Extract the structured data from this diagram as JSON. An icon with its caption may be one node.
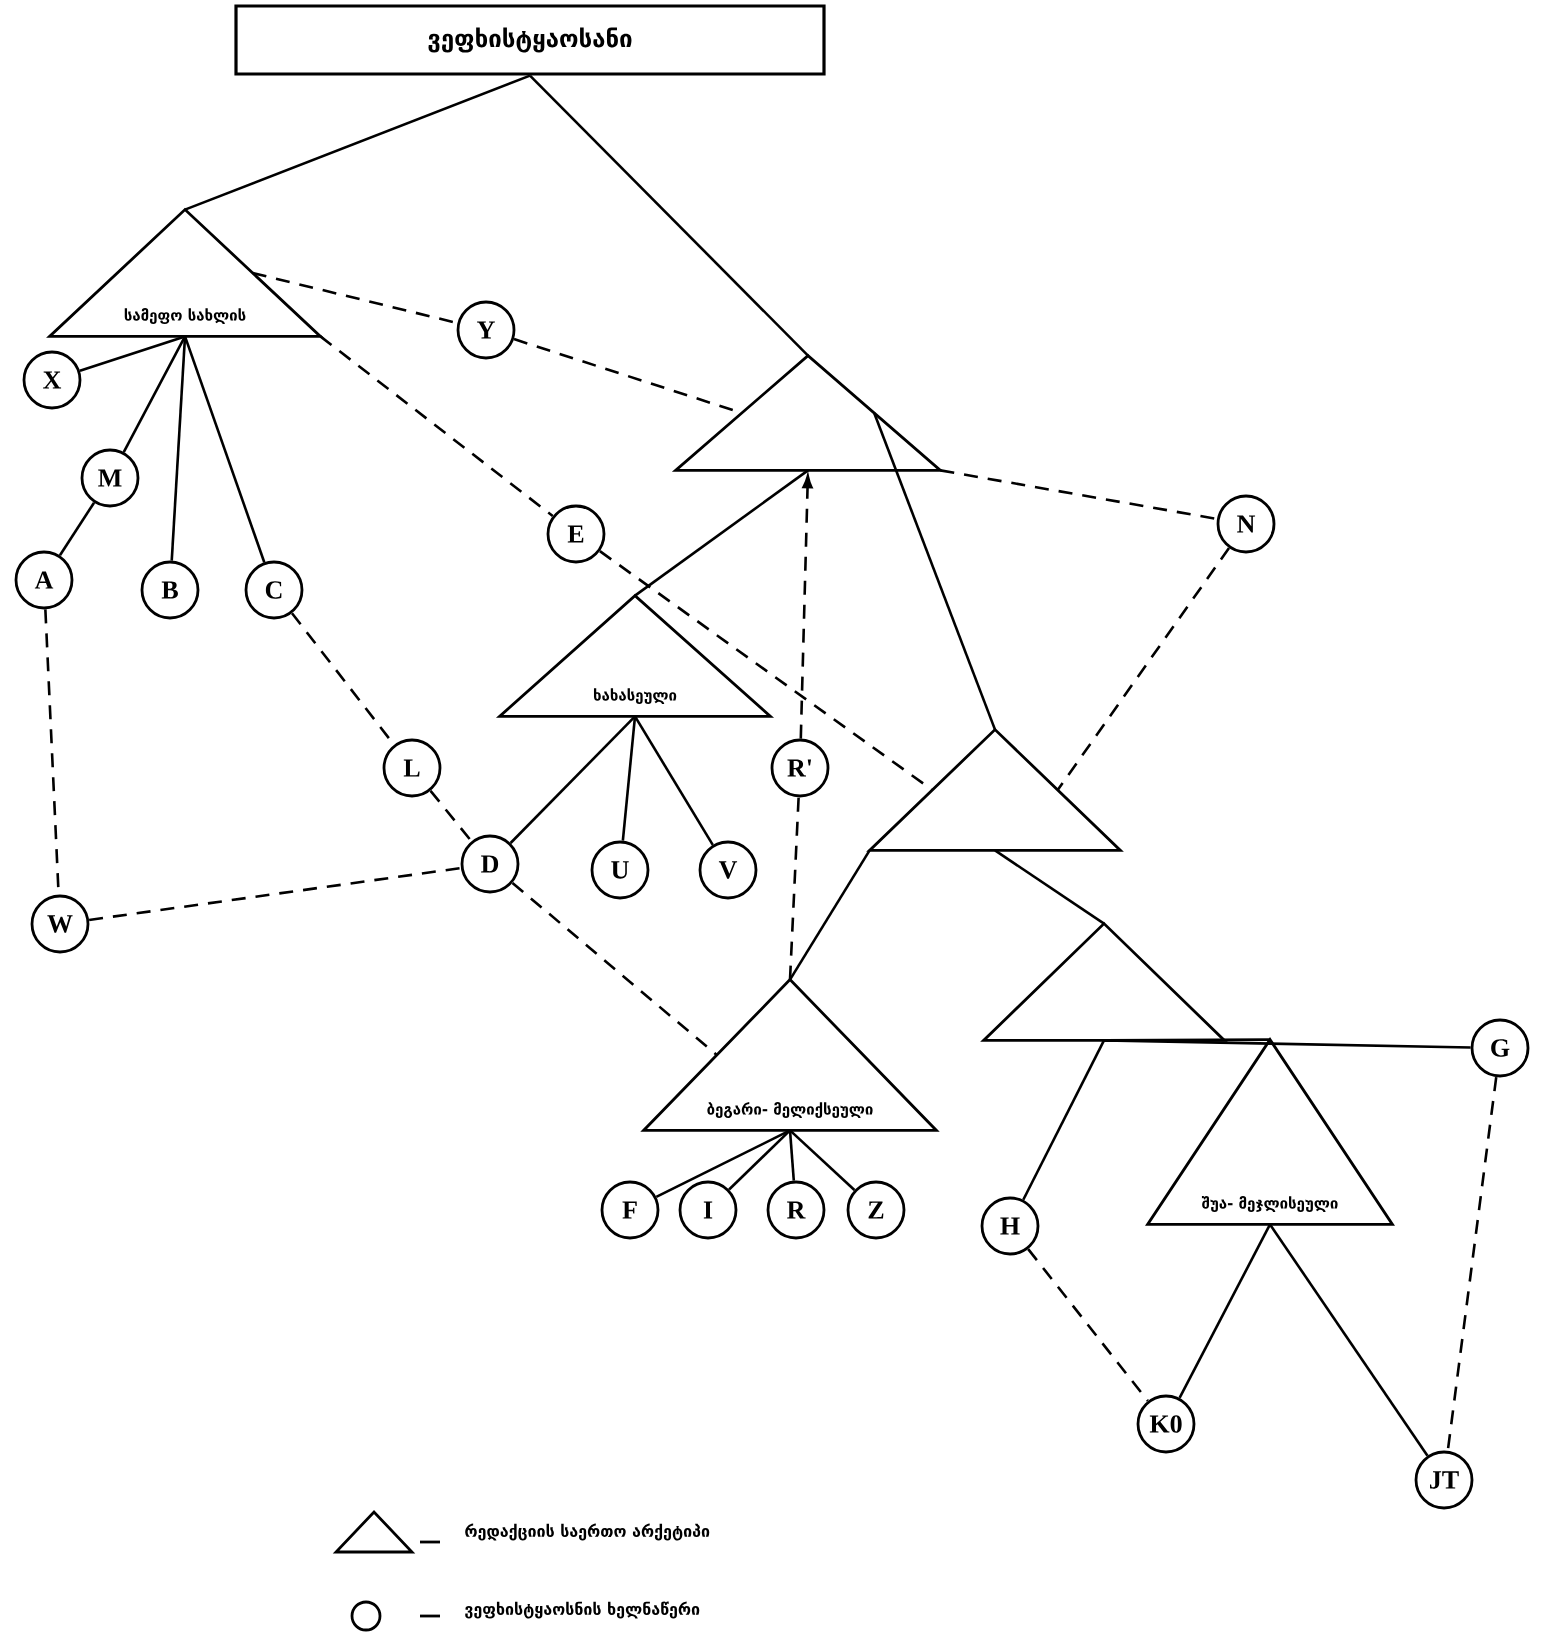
{
  "diagram": {
    "nodes": [
      {
        "text": [
          "ვეფხისტყაოსანი"
        ]
      },
      {
        "text": [
          "სამეფო სახლის"
        ]
      },
      {
        "text": [
          "X"
        ]
      },
      {
        "text": [
          "M"
        ]
      },
      {
        "text": [
          "A"
        ]
      },
      {
        "text": [
          "B"
        ]
      },
      {
        "text": [
          "C"
        ]
      },
      {
        "text": [
          "Y"
        ]
      },
      {
        "text": [],
        "shape": "triangle"
      },
      {
        "text": [
          "E"
        ]
      },
      {
        "text": [
          "N"
        ]
      },
      {
        "text": [
          "ხახასეული"
        ]
      },
      {
        "text": [
          "L"
        ]
      },
      {
        "text": [
          "R'"
        ]
      },
      {
        "text": [],
        "shape": "triangle"
      },
      {
        "text": [
          "W"
        ]
      },
      {
        "text": [
          "D"
        ]
      },
      {
        "text": [
          "U"
        ]
      },
      {
        "text": [
          "V"
        ]
      },
      {
        "text": [],
        "shape": "triangle"
      },
      {
        "text": [
          "ბეგარი- მელიქსეული"
        ]
      },
      {
        "text": [
          "G"
        ]
      },
      {
        "text": [
          "F"
        ]
      },
      {
        "text": [
          "I"
        ]
      },
      {
        "text": [
          "R"
        ]
      },
      {
        "text": [
          "Z"
        ]
      },
      {
        "text": [
          "H"
        ]
      },
      {
        "text": [
          "შუა- მეჯლისეული"
        ]
      },
      {
        "text": [
          "K0"
        ]
      },
      {
        "text": [
          "JT"
        ]
      }
    ],
    "edges": [
      {
        "from": 0,
        "to": 1,
        "arrow": "none"
      },
      {
        "from": 0,
        "to": 8,
        "arrow": "none"
      },
      {
        "from": 1,
        "to": 2,
        "arrow": "none"
      },
      {
        "from": 1,
        "to": 3,
        "arrow": "none"
      },
      {
        "from": 1,
        "to": 5,
        "arrow": "none"
      },
      {
        "from": 1,
        "to": 6,
        "arrow": "none"
      },
      {
        "from": 3,
        "to": 4,
        "arrow": "none"
      },
      {
        "from": 1,
        "to": 7,
        "arrow": "none",
        "style": "dashed"
      },
      {
        "from": 7,
        "to": 8,
        "arrow": "none",
        "style": "dashed"
      },
      {
        "from": 1,
        "to": 9,
        "arrow": "none",
        "style": "dashed"
      },
      {
        "from": 9,
        "to": 14,
        "arrow": "none",
        "style": "dashed"
      },
      {
        "from": 8,
        "to": 10,
        "arrow": "none",
        "style": "dashed"
      },
      {
        "from": 10,
        "to": 14,
        "arrow": "none",
        "style": "dashed"
      },
      {
        "from": 8,
        "to": 11,
        "arrow": "none"
      },
      {
        "from": 8,
        "to": 14,
        "arrow": "none"
      },
      {
        "from": 13,
        "to": 8,
        "arrow": "to",
        "style": "dashed"
      },
      {
        "from": 20,
        "to": 13,
        "arrow": "none",
        "style": "dashed"
      },
      {
        "from": 11,
        "to": 16,
        "arrow": "none"
      },
      {
        "from": 11,
        "to": 17,
        "arrow": "none"
      },
      {
        "from": 11,
        "to": 18,
        "arrow": "none"
      },
      {
        "from": 6,
        "to": 12,
        "arrow": "none",
        "style": "dashed"
      },
      {
        "from": 12,
        "to": 16,
        "arrow": "none",
        "style": "dashed"
      },
      {
        "from": 4,
        "to": 15,
        "arrow": "none",
        "style": "dashed"
      },
      {
        "from": 15,
        "to": 16,
        "arrow": "none",
        "style": "dashed"
      },
      {
        "from": 16,
        "to": 20,
        "arrow": "none",
        "style": "dashed"
      },
      {
        "from": 14,
        "to": 20,
        "arrow": "none"
      },
      {
        "from": 14,
        "to": 19,
        "arrow": "none"
      },
      {
        "from": 20,
        "to": 22,
        "arrow": "none"
      },
      {
        "from": 20,
        "to": 23,
        "arrow": "none"
      },
      {
        "from": 20,
        "to": 24,
        "arrow": "none"
      },
      {
        "from": 20,
        "to": 25,
        "arrow": "none"
      },
      {
        "from": 19,
        "to": 26,
        "arrow": "none"
      },
      {
        "from": 19,
        "to": 27,
        "arrow": "none"
      },
      {
        "from": 19,
        "to": 21,
        "arrow": "none"
      },
      {
        "from": 21,
        "to": 29,
        "arrow": "none",
        "style": "dashed"
      },
      {
        "from": 27,
        "to": 28,
        "arrow": "none"
      },
      {
        "from": 27,
        "to": 29,
        "arrow": "none"
      },
      {
        "from": 26,
        "to": 28,
        "arrow": "none",
        "style": "dashed"
      }
    ],
    "legend": [
      {
        "text": "რედაქციის საერთო არქეტიპი"
      },
      {
        "text": "ვეფხისტყაოსნის ხელნაწერი"
      }
    ]
  }
}
